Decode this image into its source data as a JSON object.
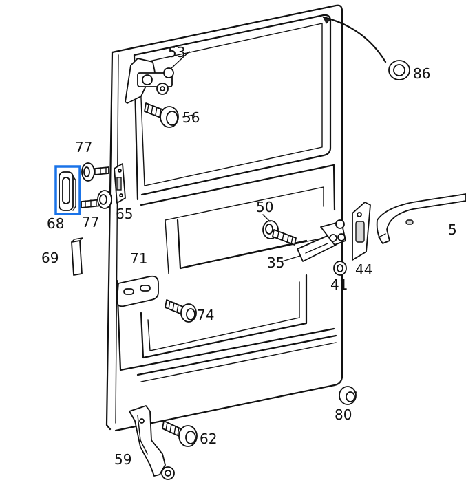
{
  "labels": {
    "p53": "53",
    "p86": "86",
    "p56": "56",
    "p77a": "77",
    "p77b": "77",
    "p68": "68",
    "p65": "65",
    "p50": "50",
    "p5": "5",
    "p69": "69",
    "p71": "71",
    "p35": "35",
    "p44": "44",
    "p41": "41",
    "p74": "74",
    "p80": "80",
    "p62": "62",
    "p59": "59"
  },
  "highlight": {
    "color": "#1a73e8",
    "target": "68"
  },
  "colors": {
    "line": "#111111",
    "background": "#ffffff"
  }
}
